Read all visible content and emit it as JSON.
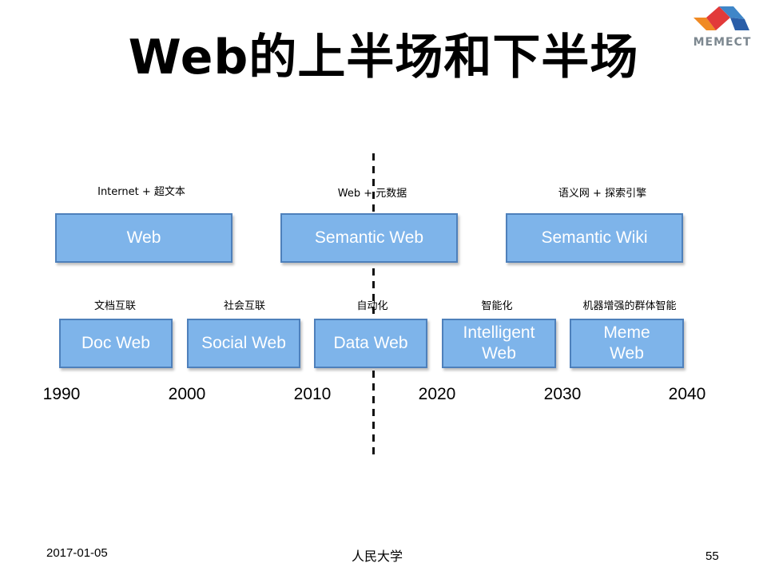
{
  "slide": {
    "title": "Web的上半场和下半场",
    "logo_text": "MEMECT",
    "top_row": [
      {
        "caption": "Internet + 超文本",
        "label": "Web"
      },
      {
        "caption": "Web + 元数据",
        "label": "Semantic Web"
      },
      {
        "caption": "语义网 + 探索引擎",
        "label": "Semantic Wiki"
      }
    ],
    "bottom_row": [
      {
        "caption": "文档互联",
        "label": "Doc Web"
      },
      {
        "caption": "社会互联",
        "label": "Social Web"
      },
      {
        "caption": "自动化",
        "label": "Data Web"
      },
      {
        "caption": "智能化",
        "label": "Intelligent Web"
      },
      {
        "caption": "机器增强的群体智能",
        "label": "Meme Web"
      }
    ],
    "years": [
      "1990",
      "2000",
      "2010",
      "2020",
      "2030",
      "2040"
    ],
    "footer": {
      "date": "2017-01-05",
      "org": "人民大学",
      "page": "55"
    }
  }
}
